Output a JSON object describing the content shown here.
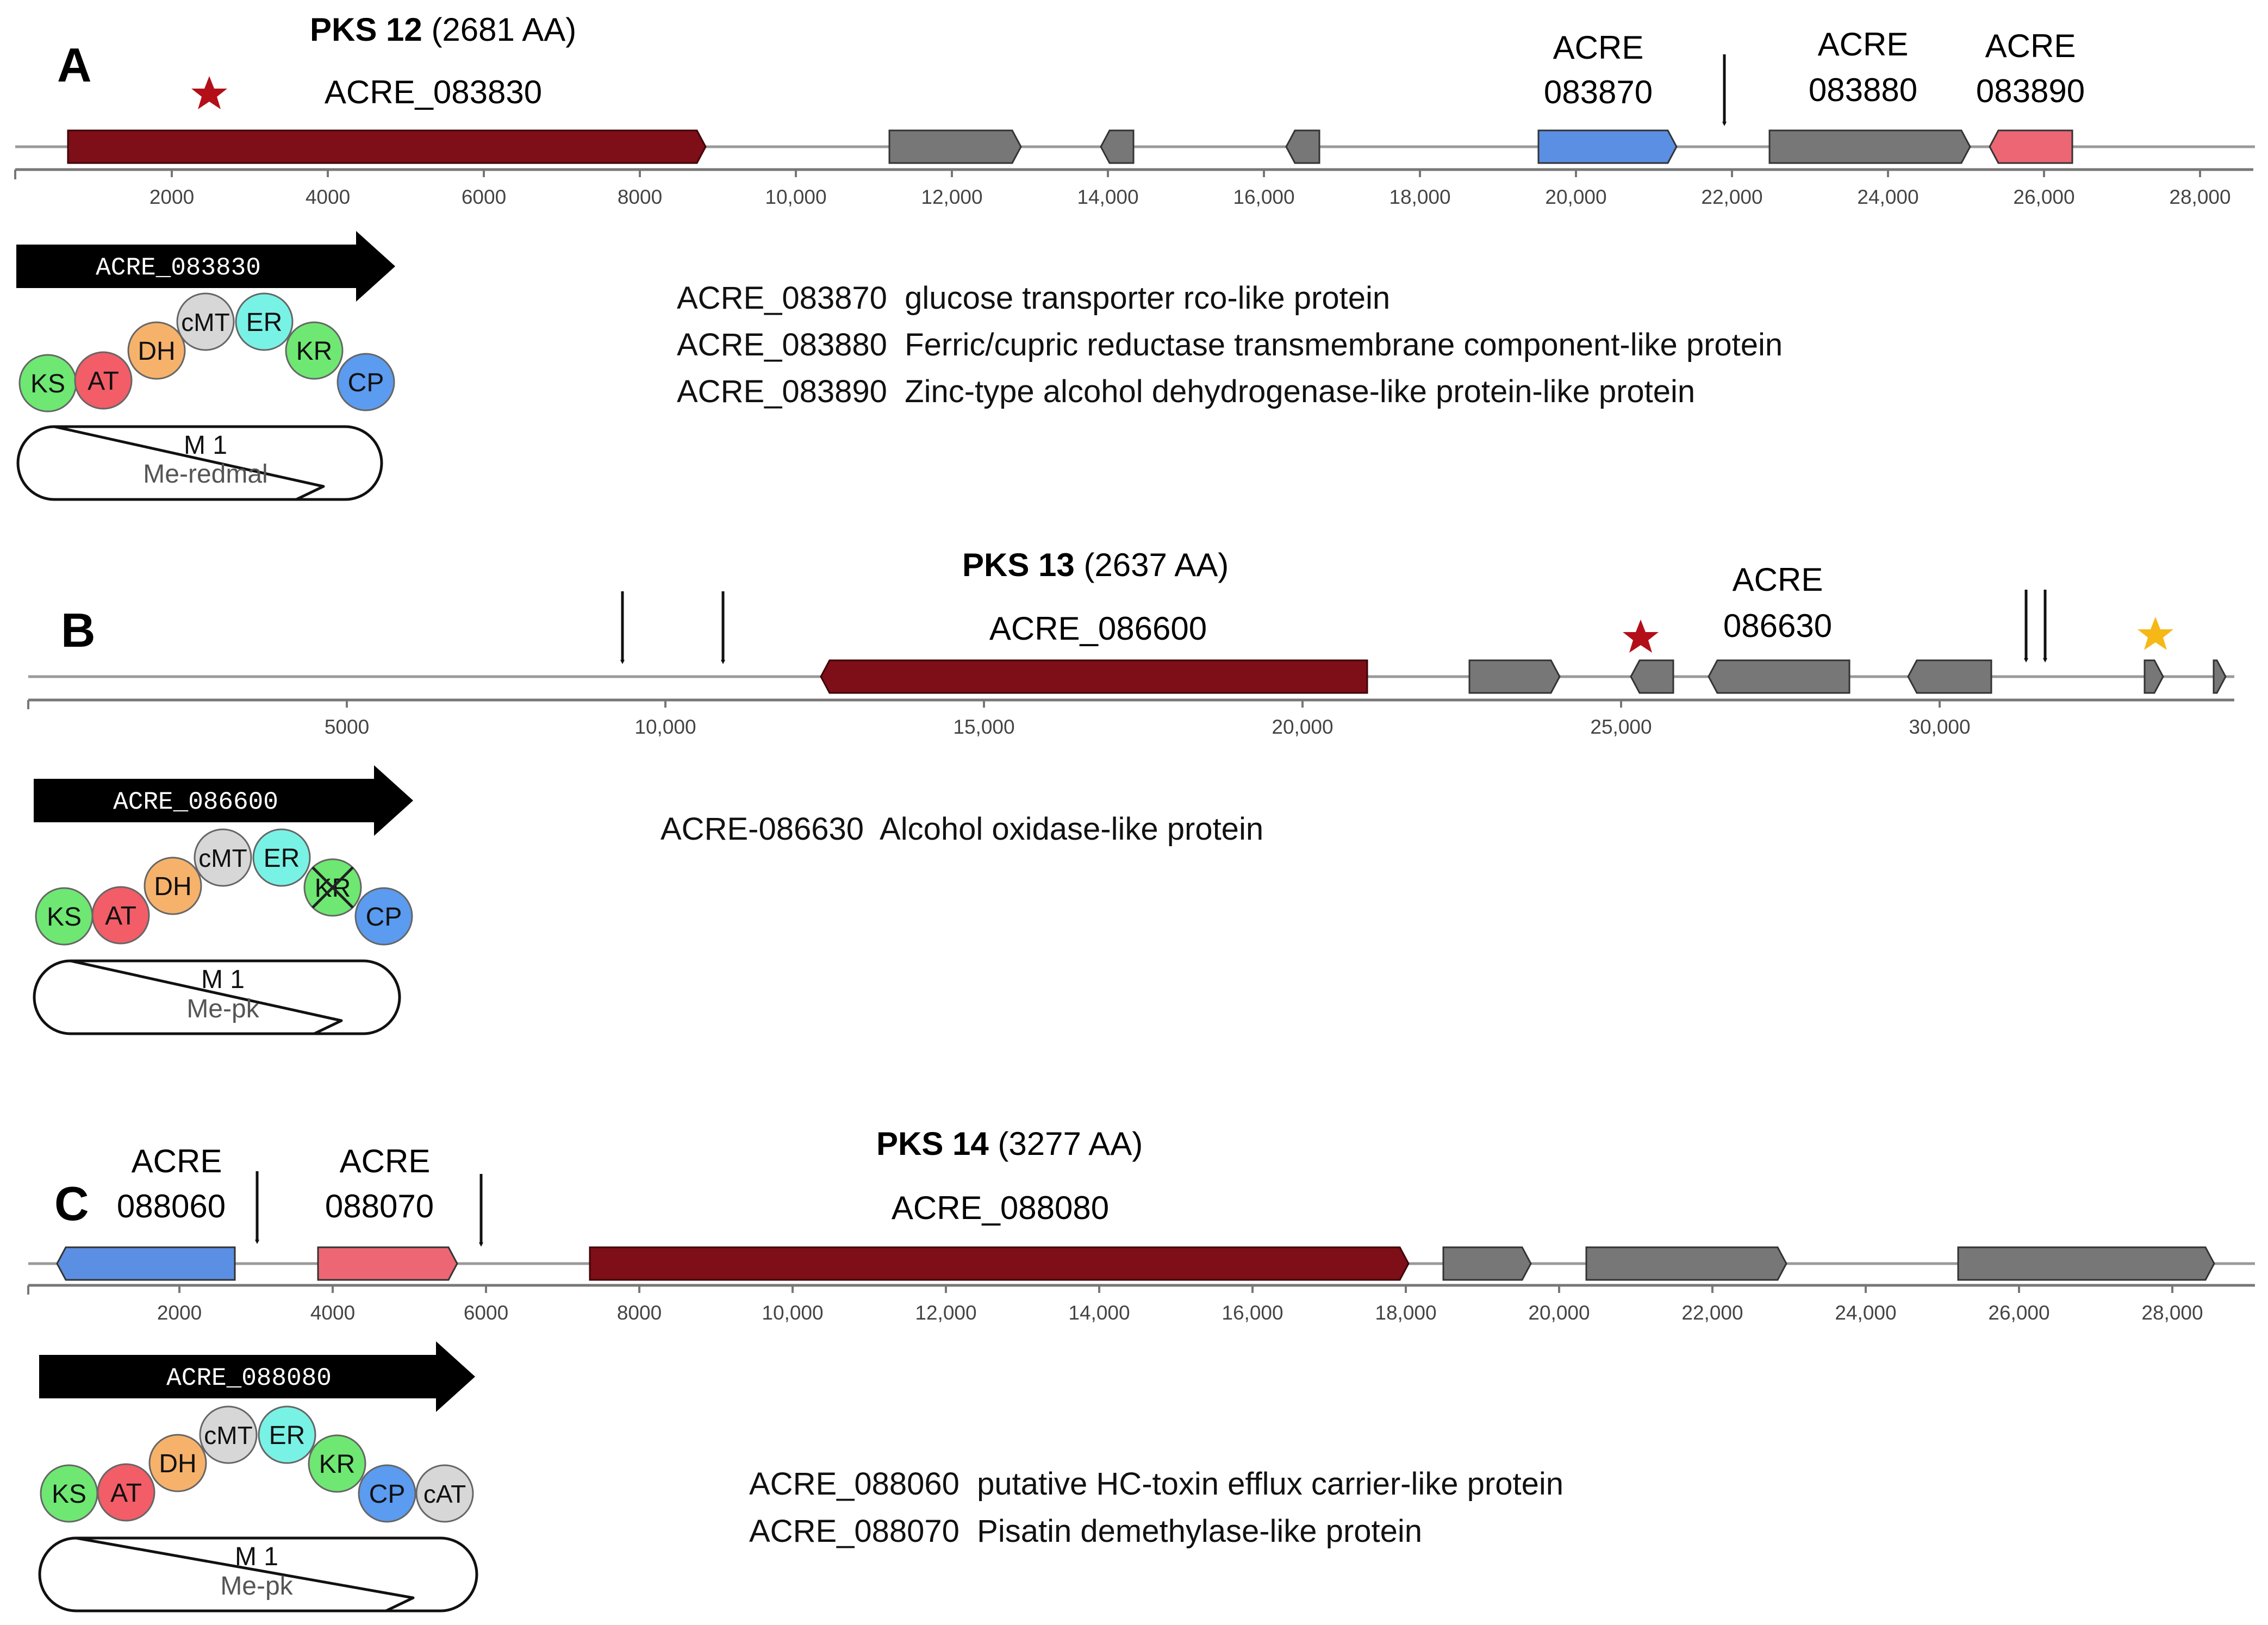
{
  "colors": {
    "pks": "#7e0e17",
    "pks_stroke": "#3e0508",
    "gray": "#777777",
    "blue": "#5b8fe3",
    "pink": "#ec6674",
    "axis": "#9a9a9a",
    "star_red": "#b30f19",
    "star_gold": "#f6b817",
    "domains": {
      "KS": "#6ee872",
      "AT": "#f25d67",
      "DH": "#f6b26b",
      "cMT": "#d7d7d7",
      "ER": "#79f2e6",
      "KR": "#6ee872",
      "CP": "#5b9bf0",
      "cAT": "#d7d7d7"
    }
  },
  "panels": [
    {
      "letter": "A",
      "pks_bold": "PKS 12",
      "pks_rest": " (2681 AA)",
      "pks_gene": "ACRE_083830",
      "ticks": [
        "2000",
        "4000",
        "6000",
        "8000",
        "10,000",
        "12,000",
        "14,000",
        "16,000",
        "18,000",
        "20,000",
        "22,000",
        "24,000",
        "26,000",
        "28,000"
      ],
      "gene_labels": [
        {
          "l1": "ACRE",
          "l2": "083870"
        },
        {
          "l1": "ACRE",
          "l2": "083880"
        },
        {
          "l1": "ACRE",
          "l2": "083890"
        }
      ],
      "module": {
        "gene": "ACRE_083830",
        "domains": [
          "KS",
          "AT",
          "DH",
          "cMT",
          "ER",
          "KR",
          "CP"
        ],
        "module_label": "M 1",
        "product": "Me-redmal"
      },
      "descriptions": [
        "ACRE_083870  glucose transporter rco-like protein",
        "ACRE_083880  Ferric/cupric reductase transmembrane component-like protein",
        "ACRE_083890  Zinc-type alcohol dehydrogenase-like protein-like protein"
      ]
    },
    {
      "letter": "B",
      "pks_bold": "PKS 13",
      "pks_rest": " (2637 AA)",
      "pks_gene": "ACRE_086600",
      "ticks": [
        "5000",
        "10,000",
        "15,000",
        "20,000",
        "25,000",
        "30,000"
      ],
      "gene_labels": [
        {
          "l1": "ACRE",
          "l2": "086630"
        }
      ],
      "module": {
        "gene": "ACRE_086600",
        "domains": [
          "KS",
          "AT",
          "DH",
          "cMT",
          "ER",
          "KR",
          "CP"
        ],
        "module_label": "M 1",
        "product": "Me-pk"
      },
      "descriptions": [
        "ACRE-086630  Alcohol oxidase-like protein"
      ]
    },
    {
      "letter": "C",
      "pks_bold": "PKS 14",
      "pks_rest": " (3277 AA)",
      "pks_gene": "ACRE_088080",
      "ticks": [
        "2000",
        "4000",
        "6000",
        "8000",
        "10,000",
        "12,000",
        "14,000",
        "16,000",
        "18,000",
        "20,000",
        "22,000",
        "24,000",
        "26,000",
        "28,000"
      ],
      "gene_labels": [
        {
          "l1": "ACRE",
          "l2": "088060"
        },
        {
          "l1": "ACRE",
          "l2": "088070"
        }
      ],
      "module": {
        "gene": "ACRE_088080",
        "domains": [
          "KS",
          "AT",
          "DH",
          "cMT",
          "ER",
          "KR",
          "CP",
          "cAT"
        ],
        "module_label": "M 1",
        "product": "Me-pk"
      },
      "descriptions": [
        "ACRE_088060  putative HC-toxin efflux carrier-like protein",
        "ACRE_088070  Pisatin demethylase-like protein"
      ]
    }
  ]
}
